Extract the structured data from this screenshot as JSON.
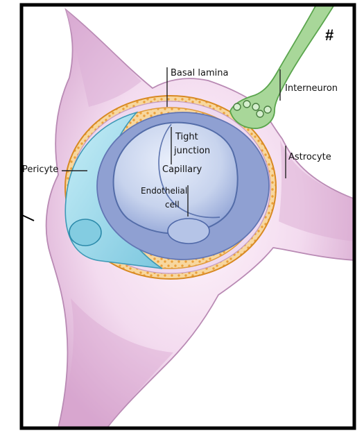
{
  "diagram": {
    "marker": "#",
    "labels": {
      "basal_lamina": "Basal lamina",
      "interneuron": "Interneuron",
      "tight": "Tight",
      "junction": "junction",
      "astrocyte": "Astrocyte",
      "pericyte": "Pericyte",
      "capillary": "Capillary",
      "endothelial": "Endothelial",
      "cell": "cell"
    },
    "colors": {
      "frame": "#000000",
      "astrocyte": "#d7a7cf",
      "astrocyte_light": "#ead2e6",
      "basal_lamina": "#f4c27f",
      "basal_lamina_dots": "#e6952e",
      "endothelium": "#8e9fd0",
      "capillary_lumen": "#c5d1ec",
      "pericyte": "#8fcfe0",
      "interneuron": "#9ed28e"
    }
  }
}
